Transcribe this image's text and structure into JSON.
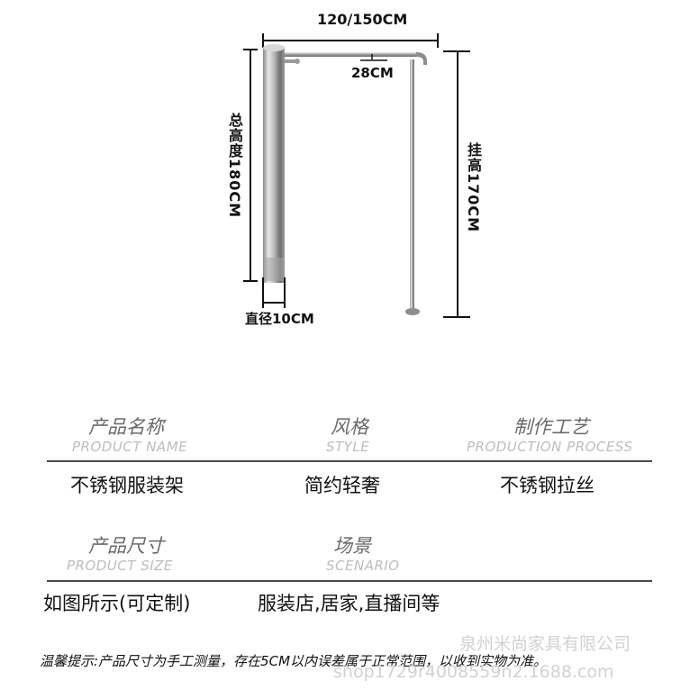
{
  "dimensions": {
    "width": "120/150CM",
    "hook_depth": "28CM",
    "total_height": "总高度180CM",
    "hang_height": "挂高170CM",
    "diameter": "直径10CM"
  },
  "specs": {
    "name": {
      "label_cn": "产品名称",
      "label_en": "PRODUCT NAME",
      "value": "不锈钢服装架"
    },
    "style": {
      "label_cn": "风格",
      "label_en": "STYLE",
      "value": "简约轻奢"
    },
    "process": {
      "label_cn": "制作工艺",
      "label_en": "PRODUCTION PROCESS",
      "value": "不锈钢拉丝"
    },
    "size": {
      "label_cn": "产品尺寸",
      "label_en": "PRODUCT SIZE",
      "value": "如图所示(可定制)"
    },
    "scenario": {
      "label_cn": "场景",
      "label_en": "SCENARIO",
      "value": "服装店,居家,直播间等"
    }
  },
  "note": "温馨提示:产品尺寸为手工测量，存在5CM以内误差属于正常范围，以收到实物为准。",
  "watermark": {
    "company": "泉州米尚家具有限公司",
    "shop": "shop1729r4008559n2.1688.com"
  }
}
